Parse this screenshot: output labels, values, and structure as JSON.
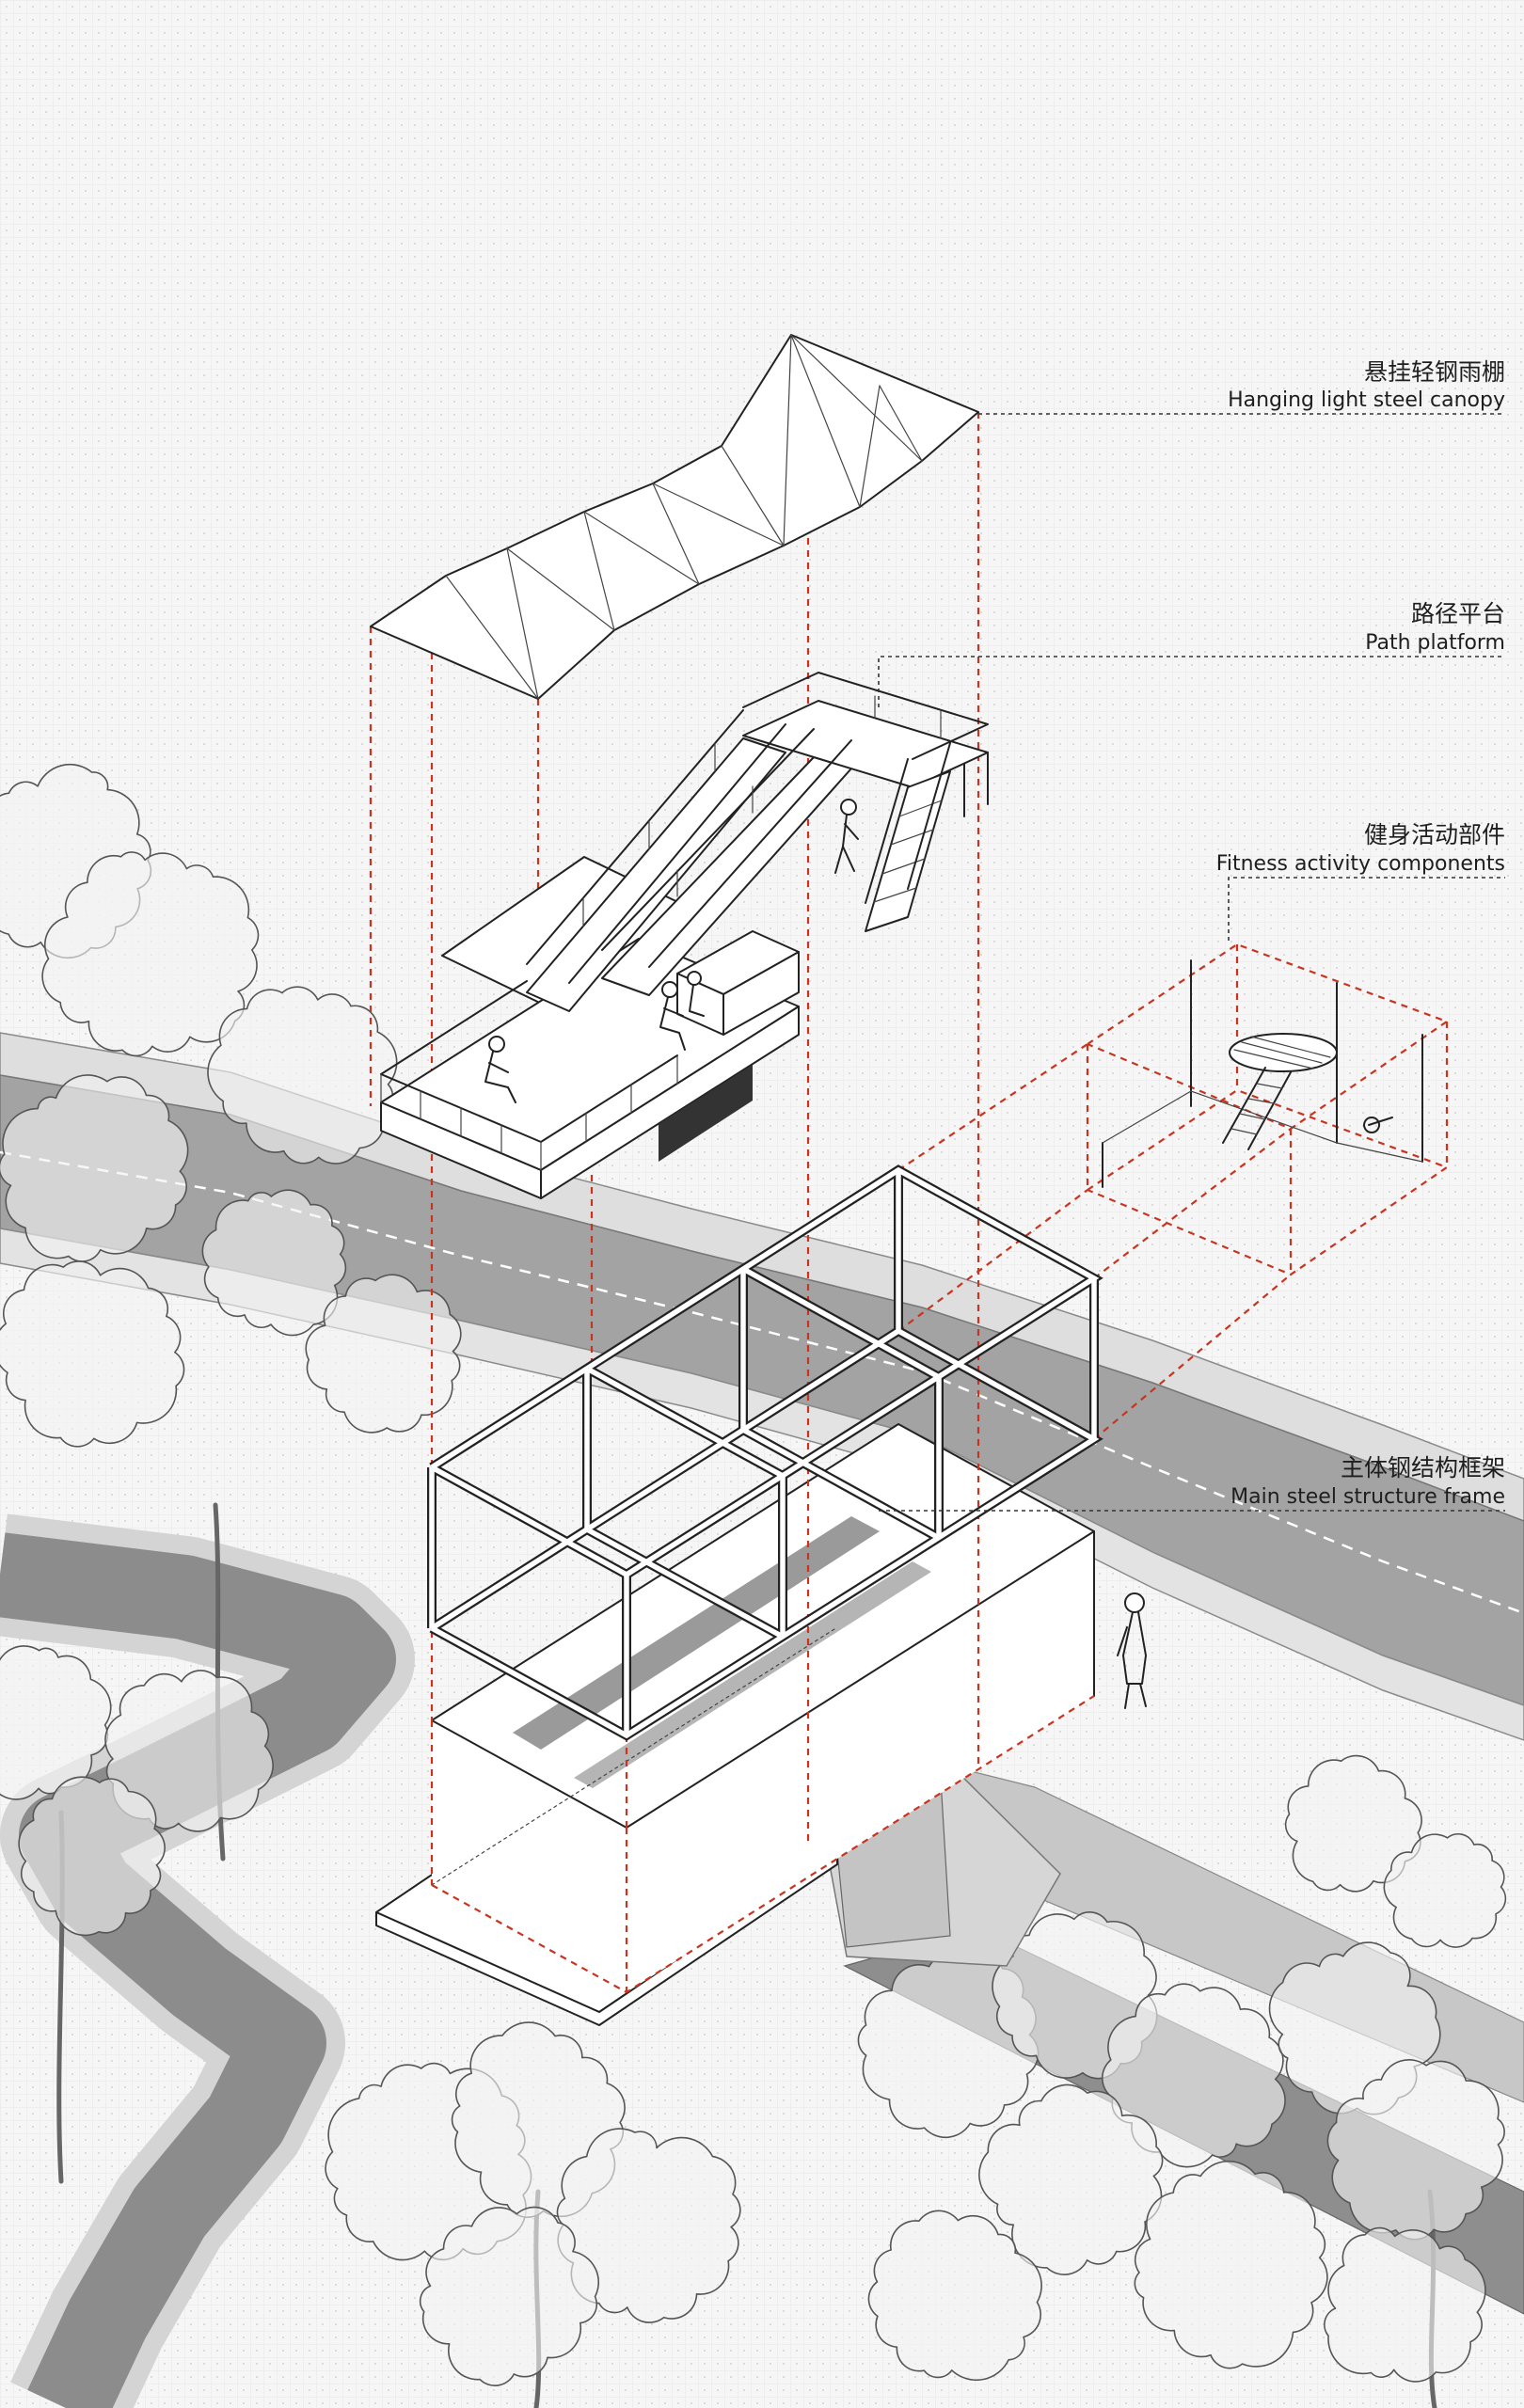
{
  "labels": [
    {
      "zh": "悬挂轻钢雨棚",
      "en": "Hanging light steel canopy"
    },
    {
      "zh": "路径平台",
      "en": "Path platform"
    },
    {
      "zh": "健身活动部件",
      "en": "Fitness activity components"
    },
    {
      "zh": "主体钢结构框架",
      "en": "Main steel structure frame"
    }
  ],
  "colors": {
    "projection_dashed": "#c8341f",
    "ink": "#222222",
    "road": "#a3a3a3",
    "background": "#f6f6f6"
  }
}
